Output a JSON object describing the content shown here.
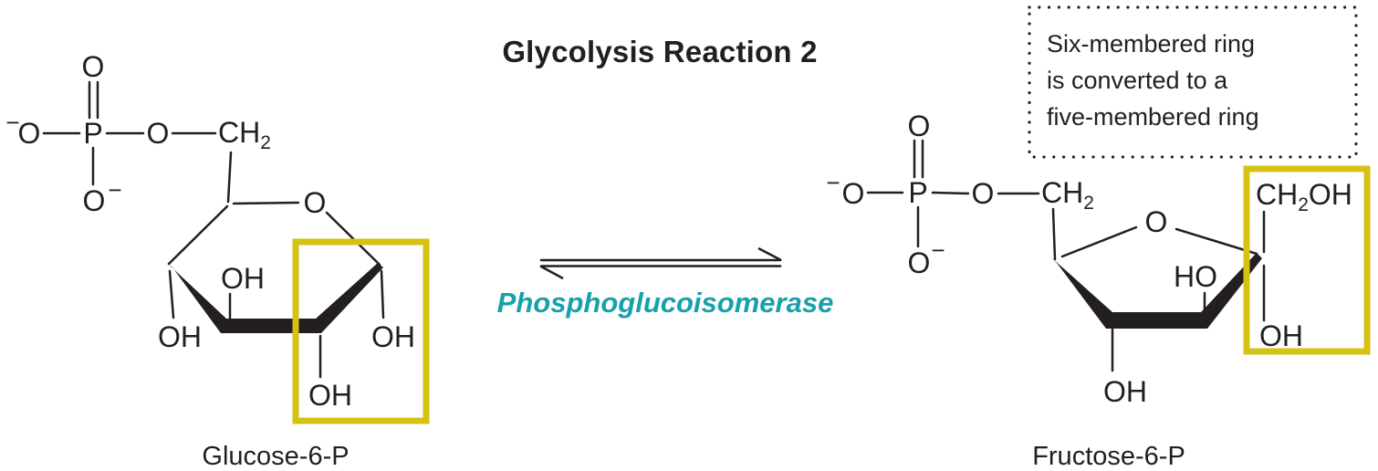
{
  "title": "Glycolysis Reaction 2",
  "note": {
    "lines": [
      "Six-membered ring",
      "is converted to a",
      "five-membered ring"
    ]
  },
  "reaction": {
    "enzyme": "Phosphoglucoisomerase",
    "arrow_type": "equilibrium-double-harpoon"
  },
  "colors": {
    "ink": "#231f20",
    "enzyme_teal": "#17a1ab",
    "highlight_yellow": "#d5c213"
  },
  "glucose": {
    "label": "Glucose-6-P",
    "phosphate": {
      "minus_left": "−",
      "o_left": "O",
      "p": "P",
      "o_double": "O",
      "o_minus": "O",
      "minus_bottom": "−",
      "o_ester": "O"
    },
    "ch2": {
      "main": "CH",
      "sub": "2"
    },
    "ring_o": "O",
    "oh_up": "OH",
    "oh_left": "OH",
    "oh_bottom": "OH",
    "oh_right": "OH"
  },
  "fructose": {
    "label": "Fructose-6-P",
    "phosphate": {
      "minus_left": "−",
      "o_left": "O",
      "p": "P",
      "o_double": "O",
      "o_minus": "O",
      "minus_bottom": "−",
      "o_ester": "O"
    },
    "ch2": {
      "main": "CH",
      "sub": "2"
    },
    "ring_o": "O",
    "ho": "HO",
    "ch2oh": {
      "main": "CH",
      "sub": "2",
      "tail": "OH"
    },
    "oh_right": "OH",
    "oh_bottom": "OH"
  }
}
